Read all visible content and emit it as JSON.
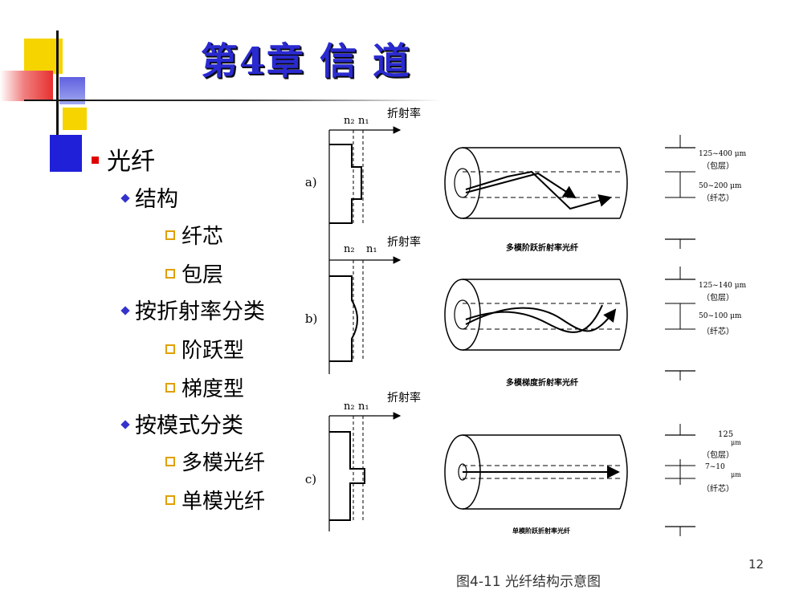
{
  "slide": {
    "title": "第4章  信  道",
    "page_number": "12"
  },
  "outline": {
    "l1_fiber": "光纤",
    "l2_structure": "结构",
    "l3_core": "纤芯",
    "l3_cladding": "包层",
    "l2_by_index": "按折射率分类",
    "l3_step": "阶跃型",
    "l3_graded": "梯度型",
    "l2_by_mode": "按模式分类",
    "l3_multimode": "多模光纤",
    "l3_singlemode": "单模光纤"
  },
  "figure": {
    "caption": "图4-11 光纤结构示意图",
    "refr_label": "折射率",
    "n2": "n₂",
    "n1": "n₁",
    "panel_a": "(a)",
    "panel_b": "(b)",
    "panel_c": "(c)",
    "label_a": "多模阶跃折射率光纤",
    "label_b": "多模梯度折射率光纤",
    "label_c": "单模阶跃折射率光纤",
    "dim_a_clad": "125~400 μm",
    "dim_a_clad_name": "（包层）",
    "dim_a_core": "50~200 μm",
    "dim_a_core_name": "（纤芯）",
    "dim_b_clad": "125~140 μm",
    "dim_b_clad_name": "（包层）",
    "dim_b_core": "50~100 μm",
    "dim_b_core_name": "（纤芯）",
    "dim_c_clad": "125",
    "dim_c_clad_unit": "μm",
    "dim_c_clad_name": "（包层）",
    "dim_c_core": "7~10",
    "dim_c_core_unit": "μm",
    "dim_c_core_name": "（纤芯）"
  },
  "colors": {
    "title": "#2a2ad0",
    "bullet_l1": "#e00000",
    "bullet_l2": "#3333cc",
    "bullet_l3": "#e0a000"
  }
}
